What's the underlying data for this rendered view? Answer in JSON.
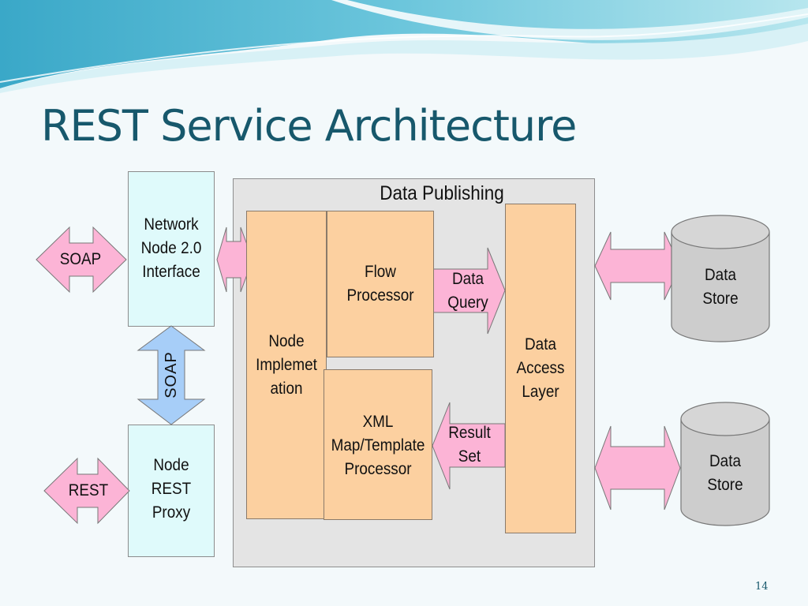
{
  "slide": {
    "title": "REST Service Architecture",
    "page_number": "14"
  },
  "diagram": {
    "panel_title": "Data Publishing",
    "boxes": {
      "network_node": "Network\nNode 2.0\nInterface",
      "node_rest_proxy": "Node\nREST\nProxy",
      "node_implementation": "Node\nImplemet\nation",
      "flow_processor": "Flow\nProcessor",
      "xml_processor": "XML\nMap/Template\nProcessor",
      "data_access_layer": "Data\nAccess\nLayer",
      "data_store_1": "Data\nStore",
      "data_store_2": "Data\nStore"
    },
    "arrows": {
      "soap_left": "SOAP",
      "soap_vertical": "SOAP",
      "rest_left": "REST",
      "data_query": "Data\nQuery",
      "result_set": "Result\nSet"
    },
    "colors": {
      "title": "#17586c",
      "interface_box": "#dffafb",
      "component_box": "#fcd0a0",
      "panel": "#e4e4e4",
      "pink_arrow": "#fcb4d6",
      "blue_arrow": "#a7cef8",
      "data_store": "#cdcdcd"
    }
  }
}
